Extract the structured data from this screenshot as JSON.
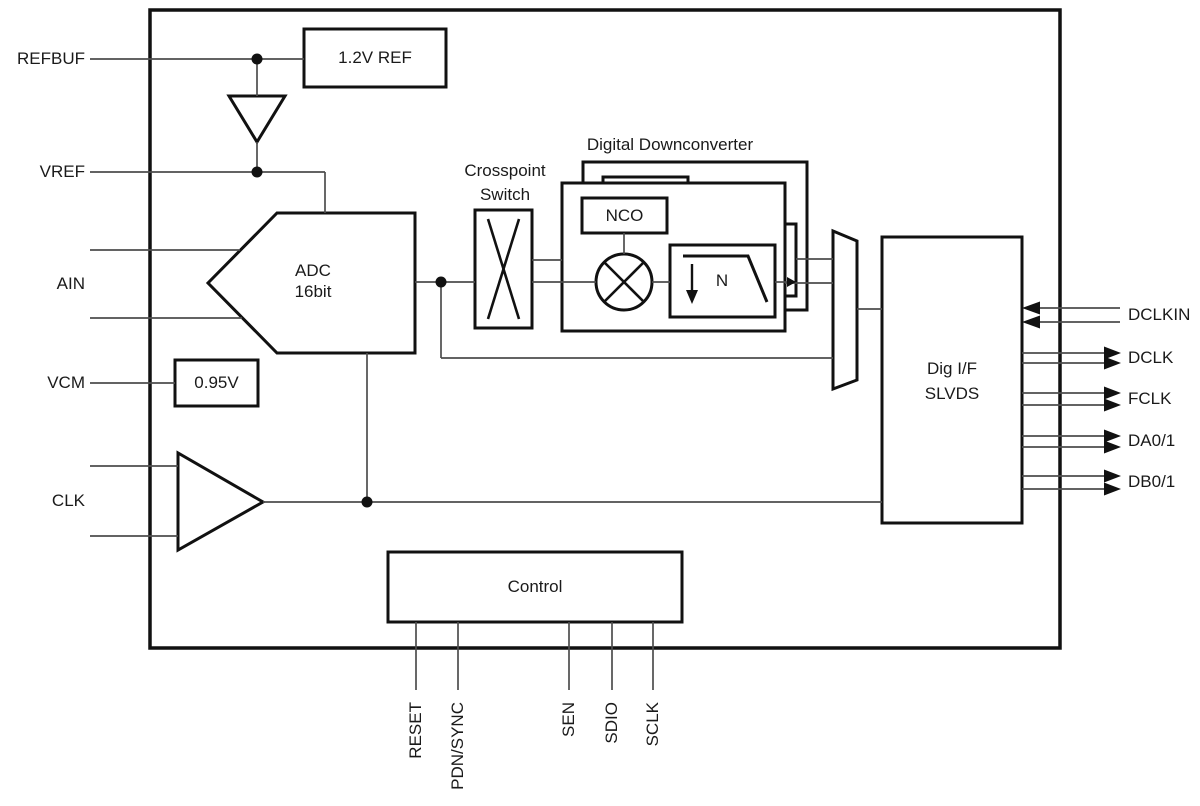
{
  "diagram": {
    "type": "adc-functional-block-diagram",
    "colors": {
      "block_stroke": "#111111",
      "wire": "#4d4d4d",
      "text": "#1a1a1a",
      "background": "#ffffff"
    },
    "left_pins": [
      {
        "label": "REFBUF"
      },
      {
        "label": "VREF"
      },
      {
        "label": "AIN"
      },
      {
        "label": "VCM"
      },
      {
        "label": "CLK"
      }
    ],
    "blocks": {
      "ref": {
        "label": "1.2V REF"
      },
      "vcm": {
        "label": "0.95V"
      },
      "adc": {
        "line1": "ADC",
        "line2": "16bit"
      },
      "crosspoint": {
        "line1": "Crosspoint",
        "line2": "Switch"
      },
      "ddc": {
        "title": "Digital Downconverter",
        "nco": "NCO",
        "decimation": "N"
      },
      "digif": {
        "line1": "Dig I/F",
        "line2": "SLVDS"
      },
      "control": {
        "label": "Control"
      }
    },
    "right_pins": [
      {
        "label": "DCLKIN",
        "direction": "input"
      },
      {
        "label": "DCLK",
        "direction": "output"
      },
      {
        "label": "FCLK",
        "direction": "output"
      },
      {
        "label": "DA0/1",
        "direction": "output"
      },
      {
        "label": "DB0/1",
        "direction": "output"
      }
    ],
    "bottom_pins": [
      {
        "label": "RESET"
      },
      {
        "label": "PDN/SYNC"
      },
      {
        "label": "SEN"
      },
      {
        "label": "SDIO"
      },
      {
        "label": "SCLK"
      }
    ]
  }
}
